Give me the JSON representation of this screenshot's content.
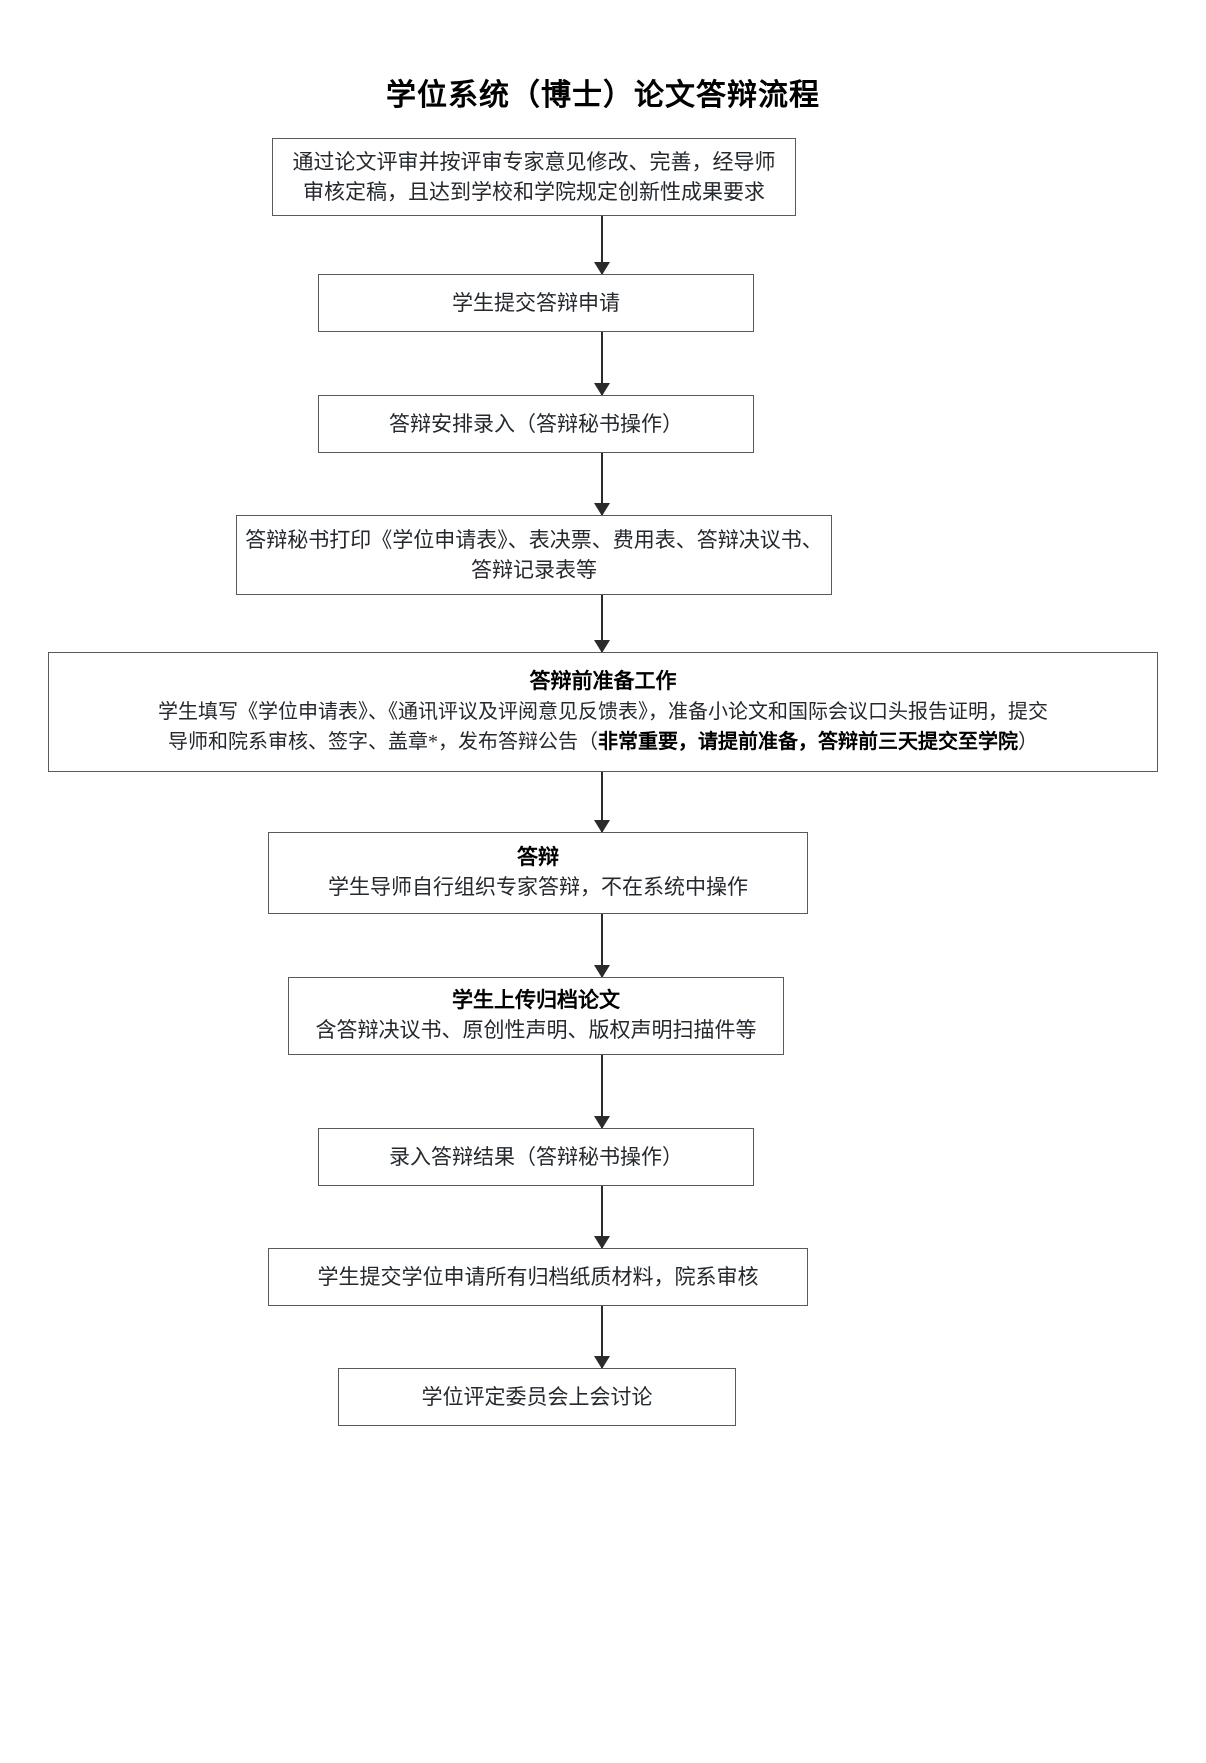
{
  "title": "学位系统（博士）论文答辩流程",
  "colors": {
    "box_border": "#595959",
    "arrow": "#2b2b2b",
    "text": "#24292e",
    "heading": "#000000",
    "background": "#ffffff"
  },
  "nodes": [
    {
      "id": "node-0",
      "name": "thesis-review-passed",
      "lines": [
        "通过论文评审并按评审专家意见修改、完善，经导师",
        "审核定稿，且达到学校和学院规定创新性成果要求"
      ]
    },
    {
      "id": "node-1",
      "name": "student-submit-defense-application",
      "lines": [
        "学生提交答辩申请"
      ]
    },
    {
      "id": "node-2",
      "name": "defense-arrangement-entry",
      "lines": [
        "答辩安排录入（答辩秘书操作）"
      ]
    },
    {
      "id": "node-3",
      "name": "secretary-print-forms",
      "lines": [
        "答辩秘书打印《学位申请表》、表决票、费用表、答辩决议书、",
        "答辩记录表等"
      ]
    },
    {
      "id": "node-4",
      "name": "pre-defense-preparation",
      "heading": "答辩前准备工作",
      "body_line_1": "学生填写《学位申请表》、《通讯评议及评阅意见反馈表》，准备小论文和国际会议口头报告证明，提交",
      "body_line_2_prefix": "导师和院系审核、签字、盖章*，发布答辩公告（",
      "body_line_2_emphasis": "非常重要，请提前准备，答辩前三天提交至学院",
      "body_line_2_suffix": "）"
    },
    {
      "id": "node-5",
      "name": "defense",
      "heading": "答辩",
      "body": "学生导师自行组织专家答辩，不在系统中操作"
    },
    {
      "id": "node-6",
      "name": "student-upload-archived-thesis",
      "heading": "学生上传归档论文",
      "body": "含答辩决议书、原创性声明、版权声明扫描件等"
    },
    {
      "id": "node-7",
      "name": "enter-defense-result",
      "lines": [
        "录入答辩结果（答辩秘书操作）"
      ]
    },
    {
      "id": "node-8",
      "name": "submit-paper-materials-department-review",
      "lines": [
        "学生提交学位申请所有归档纸质材料，院系审核"
      ]
    },
    {
      "id": "node-9",
      "name": "degree-committee-discussion",
      "lines": [
        "学位评定委员会上会讨论"
      ]
    }
  ],
  "connectors": [
    {
      "id": "arrow-0",
      "name": "arrow-review-to-application"
    },
    {
      "id": "arrow-1",
      "name": "arrow-application-to-arrangement"
    },
    {
      "id": "arrow-2",
      "name": "arrow-arrangement-to-print"
    },
    {
      "id": "arrow-3",
      "name": "arrow-print-to-preparation"
    },
    {
      "id": "arrow-4",
      "name": "arrow-preparation-to-defense"
    },
    {
      "id": "arrow-5",
      "name": "arrow-defense-to-upload"
    },
    {
      "id": "arrow-6",
      "name": "arrow-upload-to-result"
    },
    {
      "id": "arrow-7",
      "name": "arrow-result-to-materials"
    },
    {
      "id": "arrow-8",
      "name": "arrow-materials-to-committee"
    }
  ]
}
